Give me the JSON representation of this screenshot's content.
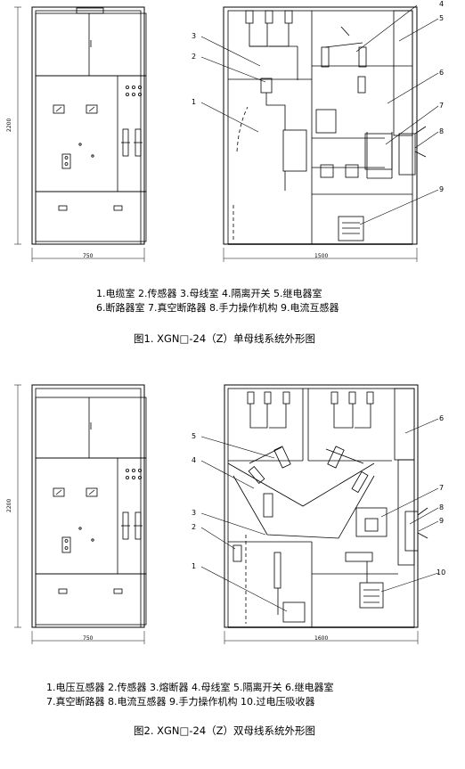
{
  "figure1": {
    "legend_line1": "1.电缆室  2.传感器  3.母线室  4.隔离开关  5.继电器室",
    "legend_line2": "6.断路器室  7.真空断路器  8.手力操作机构  9.电流互感器",
    "caption": "图1. XGN□-24（Z）单母线系统外形图",
    "callouts": [
      "1",
      "2",
      "3",
      "4",
      "5",
      "6",
      "7",
      "8",
      "9"
    ],
    "dims": {
      "front_width": "750",
      "side_width": "1500",
      "height": "2200"
    }
  },
  "figure2": {
    "legend_line1": "1.电压互感器  2.传感器  3.熔断器  4.母线室  5.隔离开关  6.继电器室",
    "legend_line2": "7.真空断路器  8.电流互感器  9.手力操作机构  10.过电压吸收器",
    "caption": "图2. XGN□-24（Z）双母线系统外形图",
    "callouts": [
      "1",
      "2",
      "3",
      "4",
      "5",
      "6",
      "7",
      "8",
      "9",
      "10"
    ],
    "dims": {
      "front_width": "750",
      "side_width": "1600",
      "height": "2200"
    }
  }
}
